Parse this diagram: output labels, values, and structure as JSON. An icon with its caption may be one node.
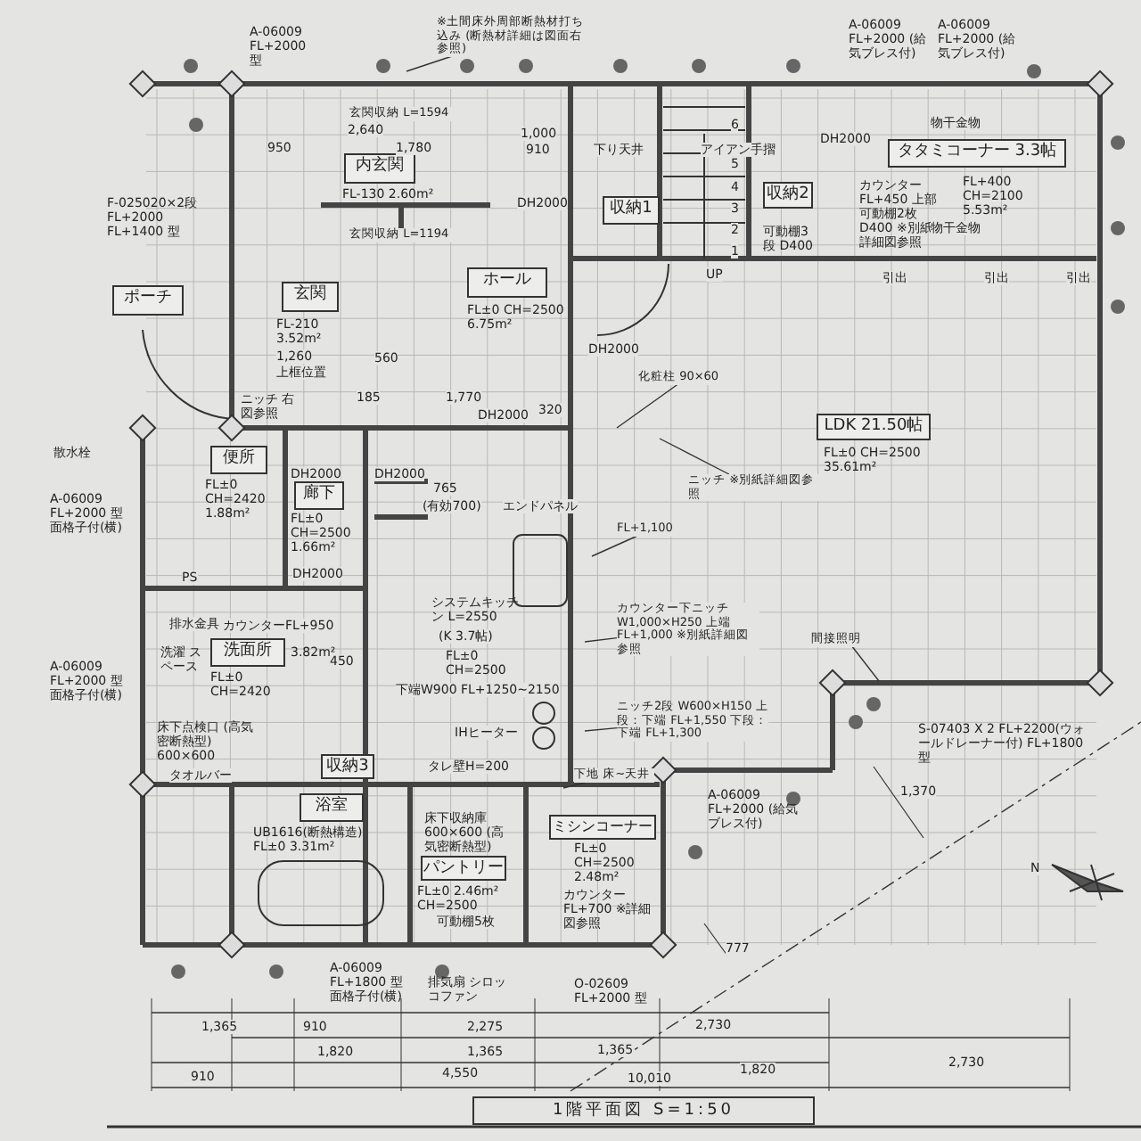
{
  "diagram": {
    "title": "1階平面図 S=1:50",
    "nodes": [
      {
        "text": [
          "内玄関"
        ],
        "beside": [
          "FL-130 2.60m²"
        ]
      },
      {
        "text": [
          "ポーチ"
        ]
      },
      {
        "text": [
          "玄関"
        ],
        "beside": [
          "FL-210 3.52m²"
        ]
      },
      {
        "text": [
          "ホール"
        ],
        "beside": [
          "FL±0 CH=2500 6.75m²"
        ]
      },
      {
        "text": [
          "収納1"
        ]
      },
      {
        "text": [
          "収納2"
        ]
      },
      {
        "text": [
          "タタミコーナー 3.3帖"
        ],
        "beside": [
          "FL+400 CH=2100 5.53m²"
        ]
      },
      {
        "text": [
          "LDK 21.50帖"
        ],
        "beside": [
          "FL±0 CH=2500 35.61m²"
        ]
      },
      {
        "text": [
          "便所"
        ],
        "beside": [
          "FL±0 CH=2420 1.88m²"
        ]
      },
      {
        "text": [
          "廊下"
        ],
        "beside": [
          "FL±0 CH=2500 1.66m²"
        ]
      },
      {
        "text": [
          "洗面所"
        ],
        "beside": [
          "3.82m²",
          "FL±0 CH=2420"
        ]
      },
      {
        "text": [
          "収納3"
        ]
      },
      {
        "text": [
          "浴室"
        ],
        "beside": [
          "UB1616(断熱構造) FL±0 3.31m²"
        ]
      },
      {
        "text": [
          "パントリー"
        ],
        "beside": [
          "FL±0 2.46m² CH=2500"
        ]
      },
      {
        "text": [
          "ミシンコーナー"
        ],
        "beside": [
          "FL±0 CH=2500 2.48m²"
        ]
      },
      {
        "text": [
          "玄関収納 L=1594"
        ]
      },
      {
        "text": [
          "玄関収納 L=1194"
        ]
      },
      {
        "text": [
          "※土間床外周部断熱材打ち込み (断熱材詳細は図面右参照)"
        ]
      },
      {
        "text": [
          "化粧柱 90×60"
        ]
      },
      {
        "text": [
          "ニッチ ※別紙詳細図参照"
        ]
      },
      {
        "text": [
          "FL+1,100"
        ]
      },
      {
        "text": [
          "カウンター下ニッチ W1,000×H250 上端 FL+1,000 ※別紙詳細図参照"
        ]
      },
      {
        "text": [
          "ニッチ2段 W600×H150 上段：下端 FL+1,550 下段：下端 FL+1,300"
        ]
      },
      {
        "text": [
          "間接照明"
        ]
      },
      {
        "text": [
          "下地 床~天井"
        ]
      }
    ],
    "edges": [
      {
        "from": 17,
        "to": null,
        "arrow": "none"
      },
      {
        "from": 18,
        "to": null,
        "arrow": "none"
      },
      {
        "from": 19,
        "to": null,
        "arrow": "none"
      },
      {
        "from": 20,
        "to": null,
        "arrow": "none"
      },
      {
        "from": 21,
        "to": null,
        "arrow": "none"
      },
      {
        "from": 22,
        "to": null,
        "arrow": "none"
      },
      {
        "from": 23,
        "to": null,
        "arrow": "none"
      },
      {
        "from": 24,
        "to": null,
        "arrow": "none"
      }
    ],
    "labels": [
      "A-06009 FL+2000 型",
      "A-06009 FL+2000 (給気ブレス付)",
      "A-06009 FL+2000 (給気ブレス付)",
      "F-025020×2段 FL+2000 FL+1400 型",
      "2,640",
      "950",
      "1,780",
      "1,000",
      "910",
      "DH2000",
      "下り天井",
      "アイアン手摺",
      "6",
      "5",
      "4",
      "3",
      "2",
      "1",
      "UP",
      "可動棚3段 D400",
      "DH2000",
      "物干金物",
      "カウンターFL+450 上部可動棚2枚 D400 ※別紙詳細図参照",
      "物干金物",
      "引出",
      "引出",
      "引出",
      "1,260",
      "上框位置",
      "560",
      "ニッチ 右図参照",
      "185",
      "1,770",
      "320",
      "DH2000",
      "DH2000",
      "散水栓",
      "A-06009 FL+2000 型面格子付(横)",
      "DH2000",
      "DH2000",
      "765",
      "(有効700)",
      "エンドパネル",
      "PS",
      "DH2000",
      "排水金具",
      "カウンターFL+950",
      "洗濯 スペース",
      "450",
      "システムキッチン L=2550",
      "(K 3.7帖)",
      "FL±0 CH=2500",
      "A-06009 FL+2000 型面格子付(横)",
      "床下点検口 (高気密断熱型) 600×600",
      "下端W900 FL+1250~2150",
      "IHヒーター",
      "タオルバー",
      "タレ壁H=200",
      "床下収納庫 600×600 (高気密断熱型)",
      "可動棚5枚",
      "カウンターFL+700 ※詳細図参照",
      "A-06009 FL+2000 (給気ブレス付)",
      "S-07403 X 2 FL+2200(ウォールドレーナー付) FL+1800 型",
      "1,370",
      "排気扇 シロッコファン",
      "A-06009 FL+1800 型面格子付(横)",
      "O-02609 FL+2000 型",
      "777",
      "N",
      "1,365",
      "910",
      "2,275",
      "2,730",
      "1,820",
      "1,365",
      "1,365",
      "1,820",
      "2,730",
      "910",
      "4,550",
      "10,010"
    ]
  }
}
